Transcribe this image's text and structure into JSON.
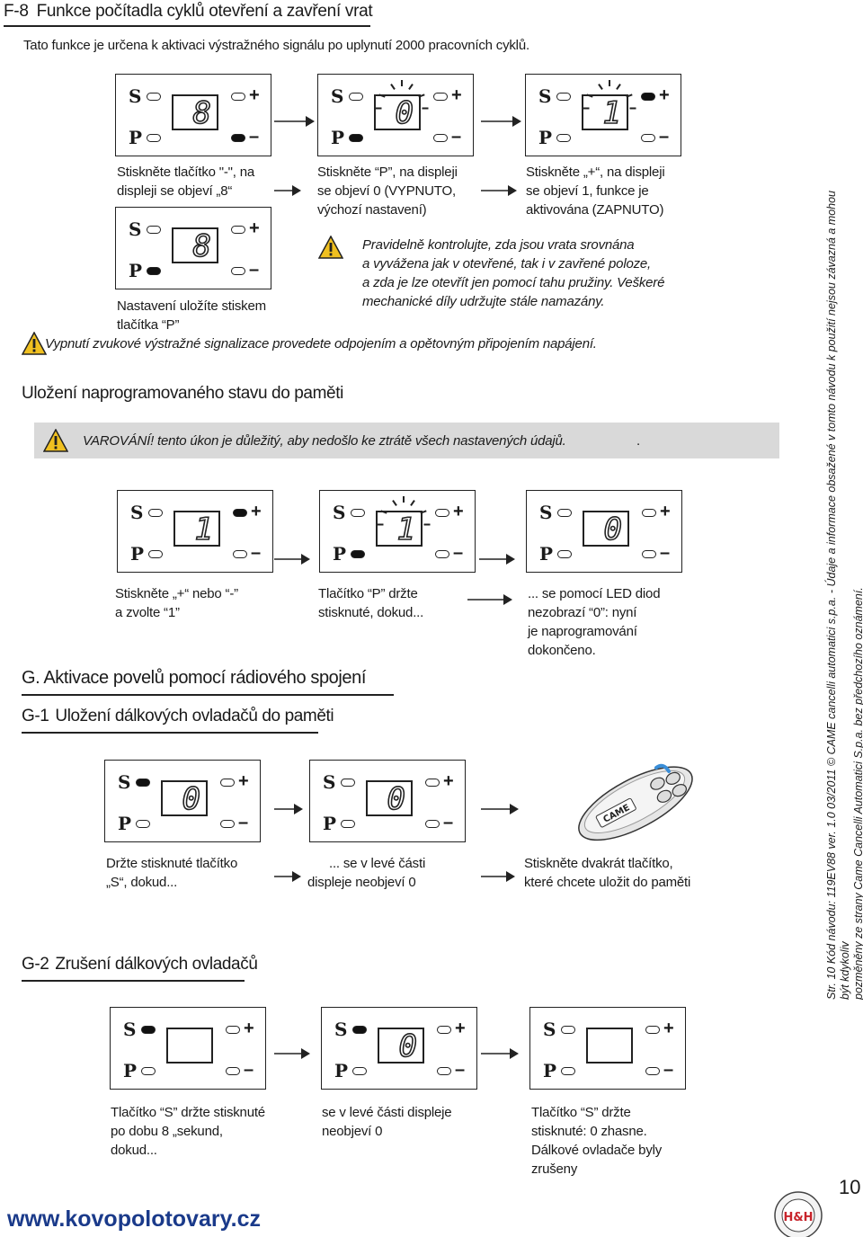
{
  "header": {
    "title_num": "F-8",
    "title_text": "Funkce počítadla cyklů otevření a zavření vrat",
    "intro": "Tato funkce je určena k aktivaci výstražného signálu po uplynutí 2000 pracovních cyklů."
  },
  "panels": {
    "s_label": "S",
    "p_label": "P",
    "plus": "+",
    "minus": "–"
  },
  "f8": {
    "step1": [
      "Stiskněte tlačítko \"-\", na",
      "displeji se objeví „8“"
    ],
    "step2": [
      "Stiskněte “P”, na displeji",
      "se objeví 0 (VYPNUTO,",
      "výchozí nastavení)"
    ],
    "step3": [
      "Stiskněte „+“, na displeji",
      "se objeví 1, funkce je",
      "aktivována (ZAPNUTO)"
    ],
    "caution": [
      "Pravidelně kontrolujte, zda jsou vrata srovnána",
      "a vyvážena jak v otevřené, tak i v zavřené poloze,",
      "a zda je lze otevřít jen pomocí tahu pružiny. Veškeré",
      "mechanické díly udržujte stále namazány."
    ],
    "save": [
      "Nastavení uložíte stiskem",
      "tlačítka “P”"
    ],
    "note": "Vypnutí zvukové výstražné signalizace provedete odpojením a opětovným připojením napájení."
  },
  "memory": {
    "title": "Uložení naprogramovaného stavu do paměti",
    "warning": "VAROVÁNÍ! tento úkon je důležitý, aby nedošlo ke ztrátě všech nastavených údajů.",
    "warning_dot": ".",
    "step1": [
      "Stiskněte „+“  nebo  “-”",
      "a zvolte  “1”"
    ],
    "step2": [
      "Tlačítko  “P”  držte",
      "stisknuté, dokud..."
    ],
    "step3": [
      "... se pomocí LED diod",
      "nezobrazí  “0”: nyní",
      "je naprogramování",
      "dokončeno."
    ]
  },
  "g": {
    "title": "G. Aktivace povelů pomocí rádiového spojení",
    "g1_num": "G-1",
    "g1_title": "Uložení dálkových ovladačů do paměti",
    "g1_step1": [
      "Držte stisknuté tlačítko",
      "„S“, dokud..."
    ],
    "g1_step2": [
      "... se v levé části",
      "displeje neobjeví 0"
    ],
    "g1_step3": [
      "Stiskněte dvakrát tlačítko,",
      "které chcete uložit do paměti"
    ],
    "remote_brand": "CAME",
    "g2_num": "G-2",
    "g2_title": "Zrušení dálkových ovladačů",
    "g2_step1": [
      "Tlačítko  “S”  držte stisknuté",
      "po dobu 8 „sekund,",
      "dokud..."
    ],
    "g2_step2": [
      "se v levé části displeje",
      "neobjeví 0"
    ],
    "g2_step3": [
      "Tlačítko  “S”  držte",
      "stisknuté: 0 zhasne.",
      "Dálkové ovladače byly",
      "zrušeny"
    ]
  },
  "digits": {
    "d8": "8",
    "d0": "0",
    "d1": "1"
  },
  "footer": {
    "url": "www.kovopolotovary.cz",
    "page": "10",
    "side_line1": "Str. 10 Kód návodu: 119EV88 ver. 1.0 03/2011 © CAME cancelli automatici s.p.a. - Údaje a informace obsažené v tomto návodu k použití nejsou závazná a mohou být kdykoliv",
    "side_line2": "pozměněny ze strany Came Cancelli Automatici S.p.a. bez předchozího oznámení.",
    "logo_text": "H&H"
  },
  "colors": {
    "url": "#1a3a8a",
    "warn_bar": "#d9d9d9",
    "warn_triangle": "#f0c020",
    "remote_blue": "#3a8ed8"
  }
}
